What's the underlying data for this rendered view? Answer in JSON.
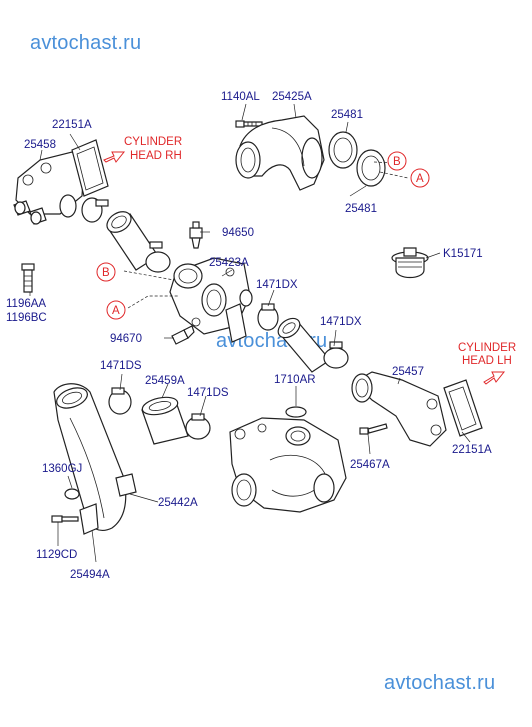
{
  "watermarks": [
    "avtochast.ru",
    "avtochast.ru",
    "avtochast.ru"
  ],
  "parts": {
    "p1140AL": "1140AL",
    "p25425A": "25425A",
    "p25481a": "25481",
    "p25481b": "25481",
    "p22151Aa": "22151A",
    "p25458": "25458",
    "p94650": "94650",
    "pK15171": "K15171",
    "p25423A": "25423A",
    "p1471DXa": "1471DX",
    "p1196AA": "1196AA",
    "p1196BC": "1196BC",
    "p1471DXb": "1471DX",
    "p94670": "94670",
    "p1471DSa": "1471DS",
    "p25459A": "25459A",
    "p1471DSb": "1471DS",
    "p1710AR": "1710AR",
    "p25457": "25457",
    "p25467A": "25467A",
    "p22151Ab": "22151A",
    "p1360GJ": "1360GJ",
    "p25442A": "25442A",
    "p1129CD": "1129CD",
    "p25494A": "25494A"
  },
  "callouts": {
    "cyl_rh_1": "CYLINDER",
    "cyl_rh_2": "HEAD  RH",
    "cyl_lh_1": "CYLINDER",
    "cyl_lh_2": "HEAD  LH",
    "ref_b": "B",
    "ref_a": "A"
  },
  "colors": {
    "label": "#1a1a8c",
    "callout": "#e0282a",
    "watermark": "#4a90d9",
    "line": "#222222"
  }
}
